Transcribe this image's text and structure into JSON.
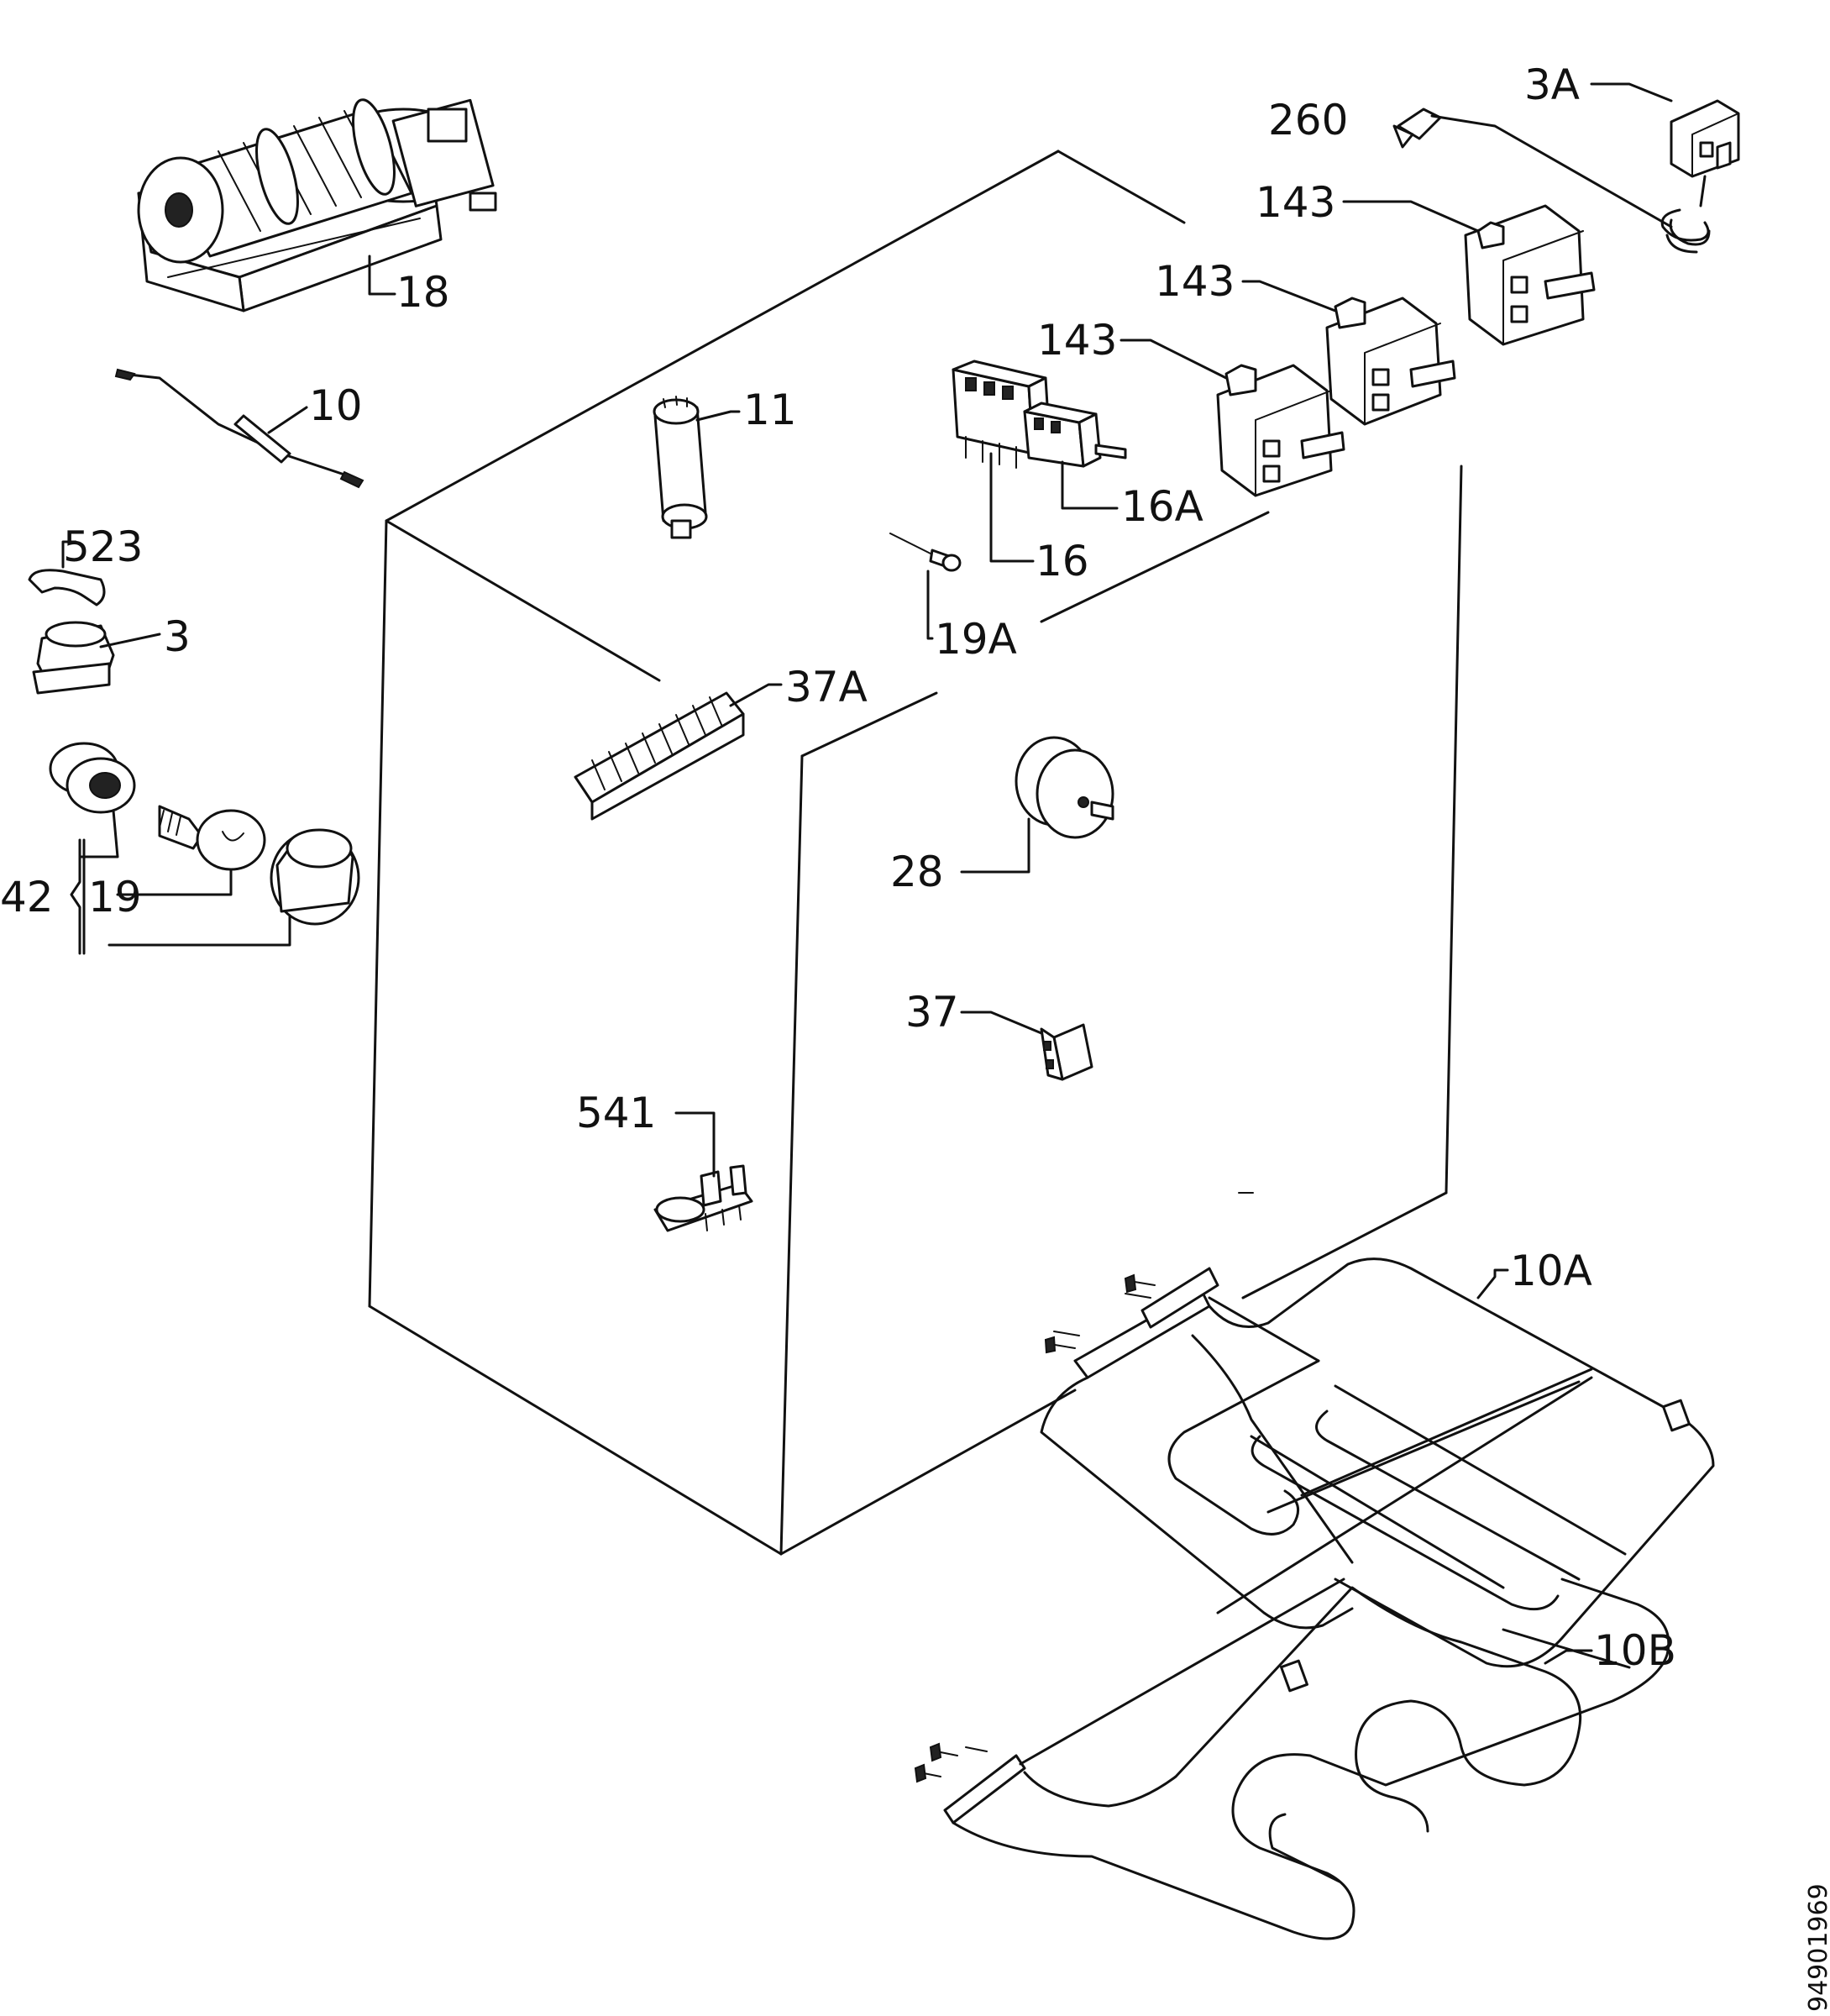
{
  "labels": {
    "p3A": "3A",
    "p260": "260",
    "p143a": "143",
    "p143b": "143",
    "p143c": "143",
    "p18": "18",
    "p10": "10",
    "p11": "11",
    "p16A": "16A",
    "p16": "16",
    "p19A": "19A",
    "p523": "523",
    "p3": "3",
    "p37A": "37A",
    "p28": "28",
    "p42": "42",
    "p19": "19",
    "p37": "37",
    "p541": "541",
    "p10A": "10A",
    "p10B": "10B"
  },
  "document_number": "94901969"
}
